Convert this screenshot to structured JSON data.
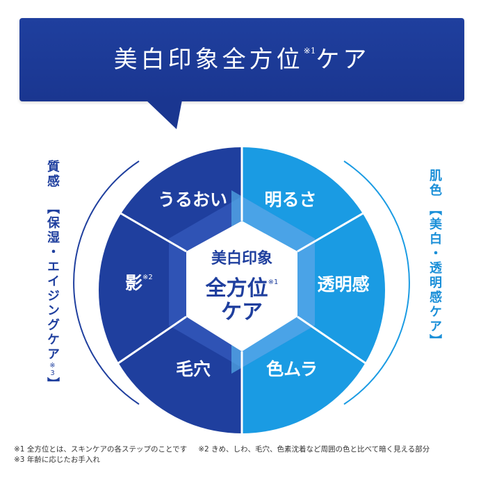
{
  "header": {
    "title_main": "美白印象全方位",
    "title_sup": "※1",
    "title_end": "ケア"
  },
  "left_label": {
    "line1": "質感",
    "line2": "【保湿・エイジングケア",
    "sup": "※3",
    "close": "】"
  },
  "right_label": {
    "line1": "肌色",
    "line2": "【美白・透明感ケア】"
  },
  "center": {
    "line1": "美白印象",
    "line2": "全方位",
    "sup": "※1",
    "line3": "ケア"
  },
  "segments": {
    "top_left": "うるおい",
    "top_right": "明るさ",
    "left": "影",
    "left_sup": "※2",
    "right": "透明感",
    "bottom_left": "毛穴",
    "bottom_right": "色ムラ"
  },
  "footnotes": {
    "note1": "※1 全方位とは、スキンケアの各ステップのことです",
    "note2": "※2 きめ、しわ、毛穴、色素沈着など周囲の色と比べて暗く見える部分",
    "note3": "※3 年齢に応じたお手入れ"
  },
  "colors": {
    "dark_blue": "#1f3f9e",
    "light_blue": "#1a9be3",
    "white": "#ffffff"
  }
}
